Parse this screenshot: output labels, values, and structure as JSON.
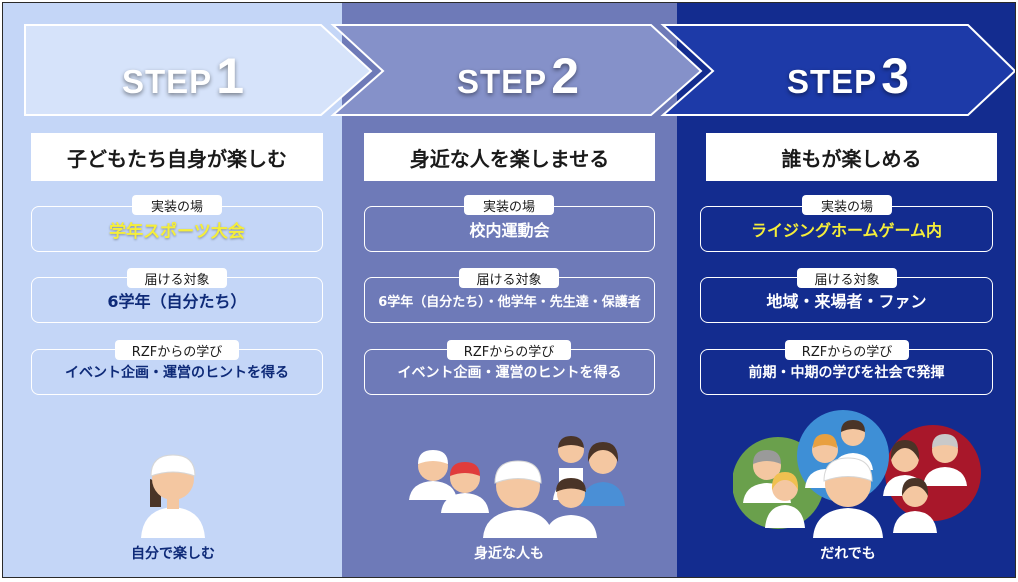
{
  "columns": [
    {
      "step_word": "STEP",
      "step_num": "1",
      "headline": "子どもたち自身が楽しむ",
      "venue_label": "実装の場",
      "venue_value": "学年スポーツ大会",
      "target_label": "届ける対象",
      "target_value": "6学年（自分たち）",
      "learn_label": "RZFからの学び",
      "learn_value": "イベント企画・運営のヒントを得る",
      "caption": "自分で楽しむ"
    },
    {
      "step_word": "STEP",
      "step_num": "2",
      "headline": "身近な人を楽しませる",
      "venue_label": "実装の場",
      "venue_value": "校内運動会",
      "target_label": "届ける対象",
      "target_value": "6学年（自分たち）・他学年・先生達・保護者",
      "learn_label": "RZFからの学び",
      "learn_value": "イベント企画・運営のヒントを得る",
      "caption": "身近な人も"
    },
    {
      "step_word": "STEP",
      "step_num": "3",
      "headline": "誰もが楽しめる",
      "venue_label": "実装の場",
      "venue_value": "ライジングホームゲーム内",
      "target_label": "届ける対象",
      "target_value": "地域・来場者・ファン",
      "learn_label": "RZFからの学び",
      "learn_value": "前期・中期の学びを社会で発揮",
      "caption": "だれでも"
    }
  ],
  "colors": {
    "col1_bg": "#c4d6f7",
    "col2_bg": "#6e7ab8",
    "col3_bg": "#132c8f",
    "highlight_yellow": "#f5ee3a",
    "caption_dark": "#0e2a78"
  },
  "icons": [
    "person-icon"
  ]
}
